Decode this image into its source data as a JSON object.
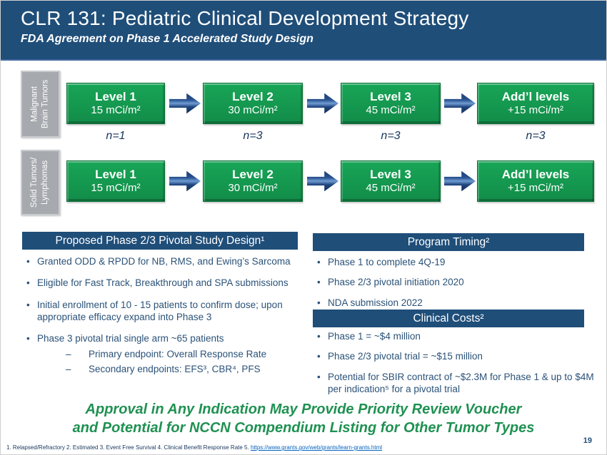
{
  "colors": {
    "header_blue": "#1F4E79",
    "box_green": "#149B51",
    "body_text_blue": "#2B5278",
    "navy": "#17365D",
    "message_green": "#1F9152",
    "label_gray": "#A6A9AE",
    "link_blue": "#0563C1"
  },
  "header": {
    "title": "CLR 131: Pediatric Clinical Development Strategy",
    "subtitle": "FDA Agreement on Phase 1 Accelerated Study Design"
  },
  "diagram": {
    "rows": [
      {
        "label_line1": "Malignant",
        "label_line2": "Brain Tumors",
        "boxes": [
          {
            "title": "Level 1",
            "dose": "15 mCi/m²"
          },
          {
            "title": "Level 2",
            "dose": "30 mCi/m²"
          },
          {
            "title": "Level 3",
            "dose": "45 mCi/m²"
          },
          {
            "title": "Add’l levels",
            "dose": "+15 mCi/m²"
          }
        ],
        "counts": [
          "n=1",
          "n=3",
          "n=3",
          "n=3"
        ]
      },
      {
        "label_line1": "Solid Tumors/",
        "label_line2": "Lymphomas",
        "boxes": [
          {
            "title": "Level 1",
            "dose": "15 mCi/m²"
          },
          {
            "title": "Level 2",
            "dose": "30 mCi/m²"
          },
          {
            "title": "Level 3",
            "dose": "45 mCi/m²"
          },
          {
            "title": "Add’l levels",
            "dose": "+15 mCi/m²"
          }
        ]
      }
    ]
  },
  "left_panel": {
    "title": "Proposed Phase 2/3 Pivotal Study Design¹",
    "bullets": [
      "Granted ODD & RPDD for NB, RMS, and Ewing’s Sarcoma",
      "Eligible for Fast Track, Breakthrough and SPA submissions",
      "Initial enrollment of 10 - 15 patients to confirm dose; upon appropriate efficacy expand into Phase 3",
      "Phase 3 pivotal trial single arm ~65 patients"
    ],
    "sub_bullets": [
      "Primary endpoint: Overall Response Rate",
      "Secondary endpoints: EFS³, CBR⁴, PFS"
    ]
  },
  "right_panel": {
    "timing_title": "Program Timing²",
    "timing_bullets": [
      "Phase 1 to complete 4Q-19",
      "Phase 2/3 pivotal initiation 2020",
      "NDA submission 2022"
    ],
    "costs_title": "Clinical Costs²",
    "costs_bullets": [
      "Phase 1 = ~$4 million",
      "Phase 2/3 pivotal trial = ~$15 million",
      "Potential for SBIR contract of ~$2.3M for Phase 1 & up to $4M per indication⁵ for a pivotal trial"
    ]
  },
  "message": {
    "line1": "Approval in Any Indication May Provide Priority Review Voucher",
    "line2": "and Potential for NCCN Compendium Listing for Other Tumor Types"
  },
  "footer": {
    "footnotes": "1. Relapsed/Refractory  2. Estimated 3. Event Free Survival 4. Clinical Benefit Response Rate  5. ",
    "link": "https://www.grants.gov/web/grants/learn-grants.html",
    "page_number": "19"
  }
}
